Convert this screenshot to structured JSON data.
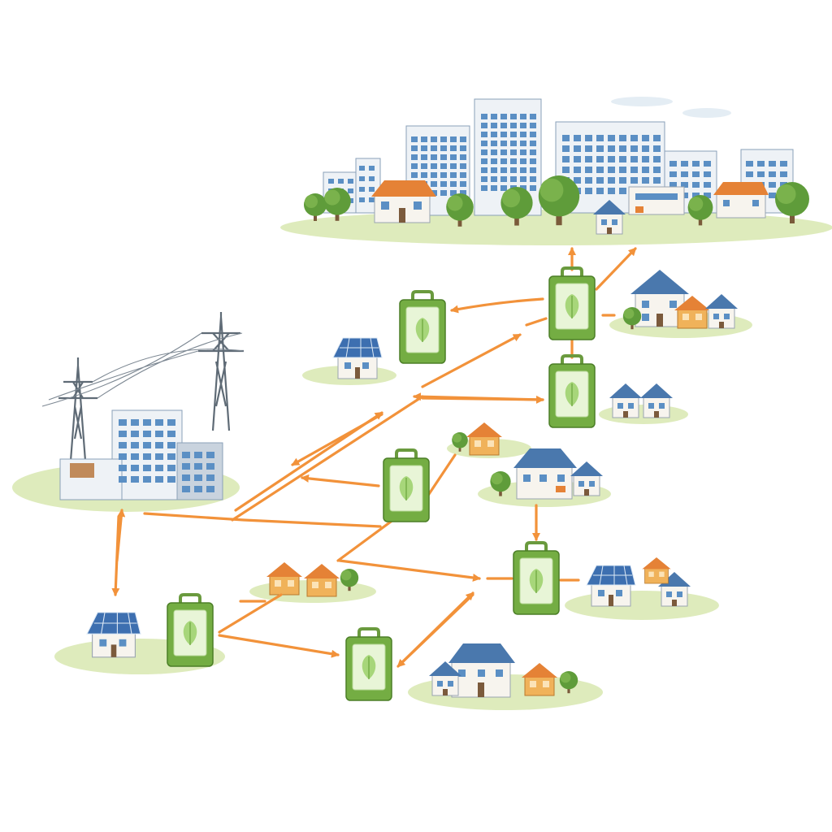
{
  "diagram": {
    "colors": {
      "flow_arrow": "#f2923a",
      "battery": "#74ad43",
      "ground": "#d3e4a6",
      "solar_panel": "#3d6fb0"
    },
    "nodes": [
      {
        "id": "city",
        "kind": "city-skyline"
      },
      {
        "id": "power-plant",
        "kind": "grid-substation-with-pylons"
      },
      {
        "id": "battery-1",
        "kind": "battery-storage"
      },
      {
        "id": "battery-2",
        "kind": "battery-storage"
      },
      {
        "id": "battery-3",
        "kind": "battery-storage"
      },
      {
        "id": "battery-4",
        "kind": "battery-storage"
      },
      {
        "id": "battery-5",
        "kind": "battery-storage"
      },
      {
        "id": "battery-6",
        "kind": "battery-storage"
      },
      {
        "id": "battery-7",
        "kind": "battery-storage"
      },
      {
        "id": "house-solar-1",
        "kind": "solar-house"
      },
      {
        "id": "house-2",
        "kind": "house-cluster"
      },
      {
        "id": "house-3",
        "kind": "house-cluster"
      },
      {
        "id": "house-4",
        "kind": "house-cluster"
      },
      {
        "id": "house-5",
        "kind": "house-cluster"
      },
      {
        "id": "house-6",
        "kind": "orange-houses"
      },
      {
        "id": "house-7",
        "kind": "solar-house-cluster"
      },
      {
        "id": "house-8",
        "kind": "solar-house"
      },
      {
        "id": "house-9",
        "kind": "house-cluster"
      }
    ]
  }
}
